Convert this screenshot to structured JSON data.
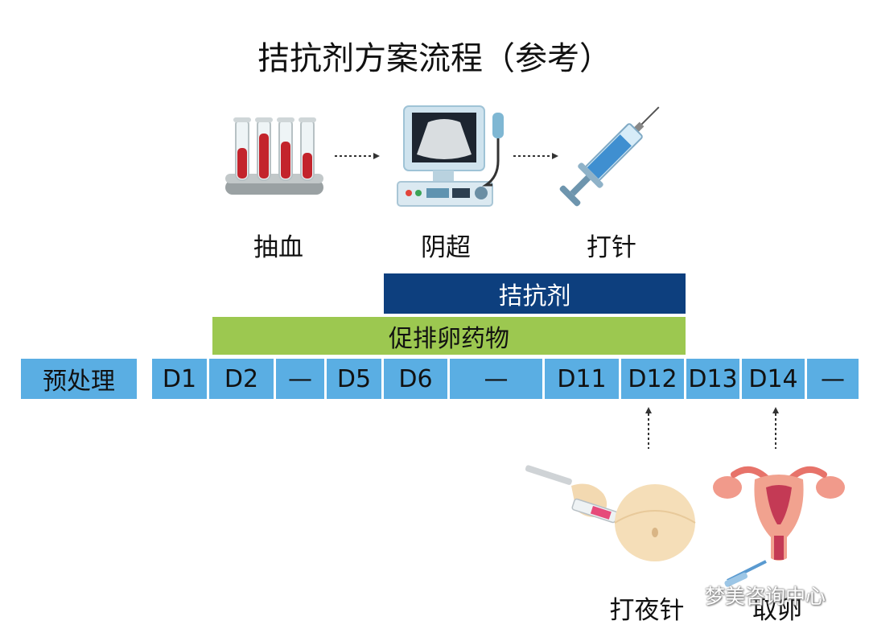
{
  "title": "拮抗剂方案流程（参考）",
  "steps": [
    {
      "label": "抽血",
      "icon": "blood-test-tubes-icon"
    },
    {
      "label": "阴超",
      "icon": "ultrasound-machine-icon"
    },
    {
      "label": "打针",
      "icon": "syringe-icon"
    }
  ],
  "bars": {
    "antagonist": "拮抗剂",
    "ovulation_drug": "促排卵药物"
  },
  "timeline": {
    "pretreatment": "预处理",
    "days": [
      "D1",
      "D2",
      "—",
      "D5",
      "D6",
      "—",
      "D11",
      "D12",
      "D13",
      "D14",
      "—"
    ]
  },
  "procedures": [
    {
      "label": "打夜针",
      "icon": "trigger-injection-icon"
    },
    {
      "label": "取卵",
      "icon": "uterus-ovaries-icon"
    }
  ],
  "watermark": "梦美咨询中心",
  "colors": {
    "antagonist_bar": "#0d3f7e",
    "ovulation_bar": "#9cc850",
    "timeline_cell": "#5aaee3"
  }
}
